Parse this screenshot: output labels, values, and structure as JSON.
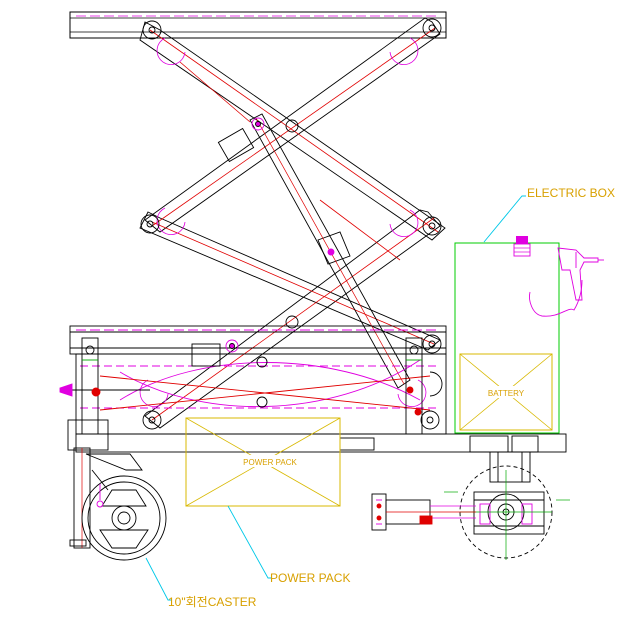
{
  "labels": {
    "electric_box": "ELECTRIC BOX",
    "battery": "BATTERY",
    "power_pack_inner": "POWER PACK",
    "power_pack_callout": "POWER PACK",
    "caster_callout": "10\"회전CASTER"
  },
  "colors": {
    "frame": "#000000",
    "centerline": "#e00000",
    "hidden": "#e000e0",
    "battery": "#d8b800",
    "electric_box": "#00cc00",
    "leader": "#00c8e8",
    "label_text": "#d8a000"
  }
}
